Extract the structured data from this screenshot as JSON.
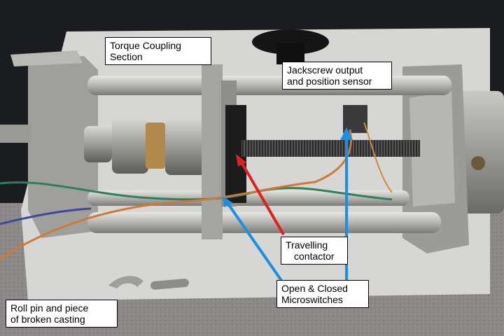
{
  "labels": {
    "torque": {
      "line1": "Torque Coupling",
      "line2": "Section"
    },
    "jackscrew": {
      "line1": "Jackscrew output",
      "line2": "and position sensor"
    },
    "contactor": {
      "line1": "Travelling",
      "line2": "contactor"
    },
    "microswitches": {
      "line1": "Open & Closed",
      "line2": "Microswitches"
    },
    "rollpin": {
      "line1": "Roll pin and piece",
      "line2": "of broken casting"
    }
  },
  "colors": {
    "arrow_red": "#e02020",
    "arrow_blue": "#1e8fe0",
    "label_bg": "#ffffff",
    "metal": "#a9aaa6",
    "table": "#8a8686",
    "paper": "#dcdcdc"
  }
}
